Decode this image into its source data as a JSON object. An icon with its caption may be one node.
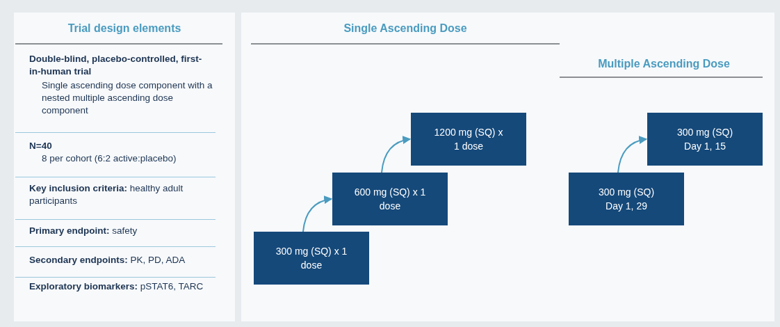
{
  "diagram": {
    "nodes": [
      {
        "text": [
          "Trial design elements",
          "Double-blind, placebo-controlled, first-in-human trial",
          "Single ascending dose component with a nested multiple ascending dose component",
          "N=40",
          "8 per cohort (6:2 active:placebo)",
          "**Key inclusion criteria:** healthy adult participants",
          "**Primary endpoint:** safety",
          "**Secondary endpoints:** PK, PD, ADA",
          "**Exploratory biomarkers:** pSTAT6, TARC"
        ]
      },
      {
        "text": [
          "Single Ascending Dose",
          "Multiple Ascending Dose"
        ]
      },
      {
        "text": [
          "300 mg (SQ) x 1 dose"
        ],
        "in": 1
      },
      {
        "text": [
          "600 mg (SQ) x 1 dose"
        ],
        "in": 1
      },
      {
        "text": [
          "1200 mg (SQ) x 1 dose"
        ],
        "in": 1
      },
      {
        "text": [
          "300 mg (SQ) Day 1, 29"
        ],
        "in": 1
      },
      {
        "text": [
          "300 mg (SQ) Day 1, 15"
        ],
        "in": 1
      }
    ],
    "edges": [
      {
        "from": 2,
        "to": 3,
        "arrow": "to"
      },
      {
        "from": 3,
        "to": 4,
        "arrow": "to"
      },
      {
        "from": 5,
        "to": 6,
        "arrow": "to"
      }
    ]
  }
}
